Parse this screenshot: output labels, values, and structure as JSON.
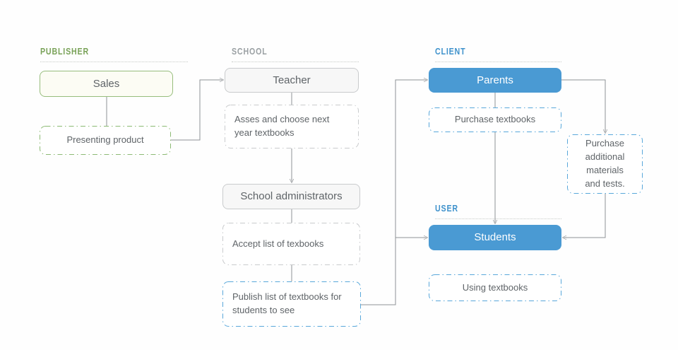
{
  "sections": {
    "publisher": {
      "label": "Publisher",
      "accent_color": "#79a258"
    },
    "school": {
      "label": "School",
      "accent_color": "#9aa0a3"
    },
    "client": {
      "label": "Client",
      "accent_color": "#3f92cc"
    },
    "user": {
      "label": "User",
      "accent_color": "#3f92cc"
    }
  },
  "nodes": {
    "sales": {
      "label": "Sales"
    },
    "presenting_product": {
      "label": "Presenting product"
    },
    "teacher": {
      "label": "Teacher"
    },
    "assess_choose": {
      "label": "Asses and choose next\nyear textbooks"
    },
    "school_administrators": {
      "label": "School administrators"
    },
    "accept_list": {
      "label": "Accept list of texbooks"
    },
    "publish_list": {
      "label": "Publish list of textbooks for\nstudents to see"
    },
    "parents": {
      "label": "Parents"
    },
    "purchase_textbooks": {
      "label": "Purchase textbooks"
    },
    "purchase_additional": {
      "label": "Purchase\nadditional\nmaterials\nand tests."
    },
    "students": {
      "label": "Students"
    },
    "using_textbooks": {
      "label": "Using textbooks"
    }
  },
  "colors": {
    "blue_fill": "#4a9ad3",
    "blue_dash_border": "#58a7da",
    "green_solid_border": "#97bd7d",
    "green_dash_border": "#8cba74",
    "gray_border": "#c9cbcd",
    "connector_line": "#8f9396",
    "node_text": "#5f6468",
    "green_box_fill": "#fcfcf4",
    "gray_box_fill": "#f7f7f7"
  }
}
